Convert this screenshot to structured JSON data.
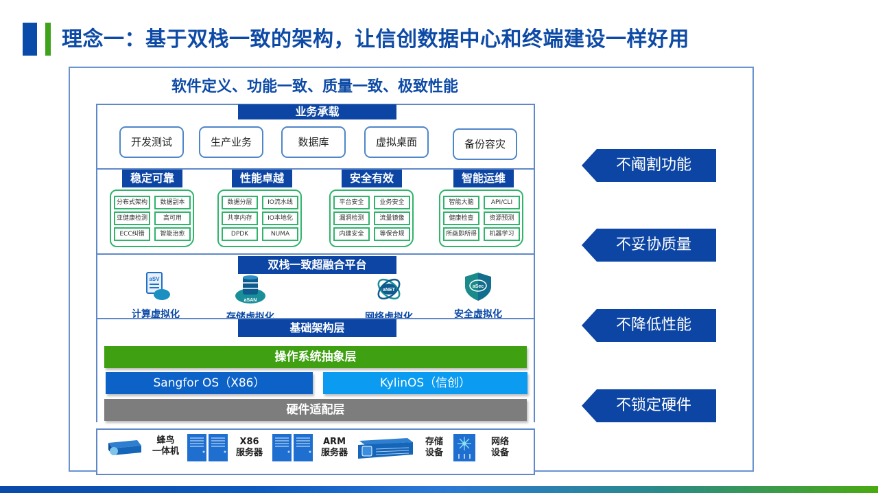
{
  "header": {
    "title": "理念一：基于双栈一致的架构，让信创数据中心和终端建设一样好用",
    "subtitle": "软件定义、功能一致、质量一致、极致性能"
  },
  "business": {
    "header": "业务承载",
    "items": [
      "开发测试",
      "生产业务",
      "数据库",
      "虚拟桌面",
      "备份容灾"
    ]
  },
  "features": [
    {
      "title": "稳定可靠",
      "cells": [
        "分布式架构",
        "数据副本",
        "亚健康检测",
        "高可用",
        "ECC纠错",
        "智能治愈"
      ]
    },
    {
      "title": "性能卓越",
      "cells": [
        "数据分层",
        "IO流水线",
        "共享内存",
        "IO本地化",
        "DPDK",
        "NUMA"
      ]
    },
    {
      "title": "安全有效",
      "cells": [
        "平台安全",
        "业务安全",
        "漏洞检测",
        "流量镜像",
        "内建安全",
        "等保合规"
      ]
    },
    {
      "title": "智能运维",
      "cells": [
        "智能大脑",
        "API/CLI",
        "健康检查",
        "资源预测",
        "所画即所得",
        "机器学习"
      ]
    }
  ],
  "platform": {
    "header": "双栈一致超融合平台",
    "items": [
      {
        "icon": "asv-icon",
        "badge": "aSV",
        "label": "计算虚拟化"
      },
      {
        "icon": "asan-icon",
        "badge": "aSAN",
        "label": "存储虚拟化"
      },
      {
        "icon": "anet-icon",
        "badge": "aNET",
        "label": "网络虚拟化"
      },
      {
        "icon": "asec-icon",
        "badge": "aSec",
        "label": "安全虚拟化"
      }
    ]
  },
  "infra": {
    "header": "基础架构层",
    "os_abstraction": "操作系统抽象层",
    "sangfor_os": "Sangfor OS（X86）",
    "kylin_os": "KylinOS（信创）",
    "hardware_adaptation": "硬件适配层"
  },
  "hardware": [
    {
      "icon": "appliance-icon",
      "line1": "蜂鸟",
      "line2": "一体机"
    },
    {
      "icon": "server-icon",
      "line1": "X86",
      "line2": "服务器"
    },
    {
      "icon": "server-icon",
      "line1": "ARM",
      "line2": "服务器"
    },
    {
      "icon": "storage-device-icon",
      "line1": "存储",
      "line2": "设备"
    },
    {
      "icon": "network-device-icon",
      "line1": "网络",
      "line2": "设备"
    }
  ],
  "principles": [
    "不阉割功能",
    "不妥协质量",
    "不降低性能",
    "不锁定硬件"
  ],
  "colors": {
    "primary_blue": "#0c45a3",
    "accent_green": "#3fa012",
    "feature_green": "#2fb46a",
    "sangfor_blue": "#0d62c8",
    "kylin_blue": "#0b9bf0",
    "hardware_gray": "#7d7d7d"
  }
}
